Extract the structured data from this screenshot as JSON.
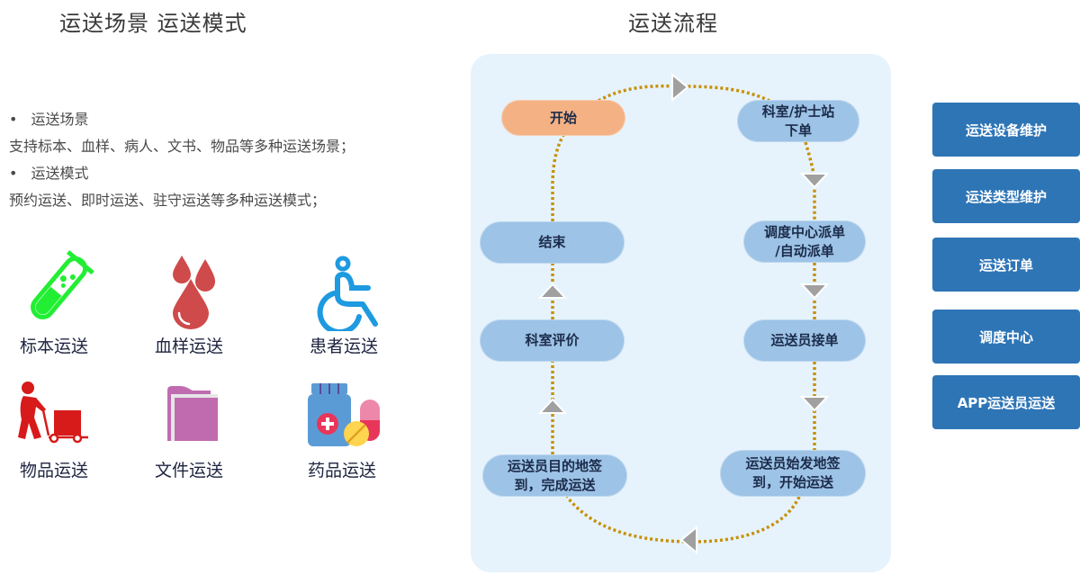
{
  "left": {
    "title": "运送场景  运送模式",
    "bullets": [
      {
        "bullet": "•",
        "label": "运送场景",
        "desc": "支持标本、血样、病人、文书、物品等多种运送场景；"
      },
      {
        "bullet": "•",
        "label": "运送模式",
        "desc": "预约运送、即时运送、驻守运送等多种运送模式；"
      }
    ],
    "icons": [
      {
        "name": "test-tube-icon",
        "label": "标本运送",
        "color": "#22ee33"
      },
      {
        "name": "blood-drop-icon",
        "label": "血样运送",
        "color": "#cf4a4a"
      },
      {
        "name": "wheelchair-icon",
        "label": "患者运送",
        "color": "#1e9ae0"
      },
      {
        "name": "cart-person-icon",
        "label": "物品运送",
        "color": "#d71a1a"
      },
      {
        "name": "folder-icon",
        "label": "文件运送",
        "color": "#c06bb0"
      },
      {
        "name": "medicine-icon",
        "label": "药品运送",
        "color": "#5b9bd5"
      }
    ]
  },
  "flow": {
    "title": "运送流程",
    "nodes": [
      {
        "id": "start",
        "label": "开始"
      },
      {
        "id": "order",
        "label": "科室/护士站\n下单"
      },
      {
        "id": "dispatch",
        "label": "调度中心派单\n/自动派单"
      },
      {
        "id": "accept",
        "label": "运送员接单"
      },
      {
        "id": "depart",
        "label": "运送员始发地签\n到，开始运送"
      },
      {
        "id": "arrive",
        "label": "运送员目的地签\n到，完成运送"
      },
      {
        "id": "evaluate",
        "label": "科室评价"
      },
      {
        "id": "end",
        "label": "结束"
      }
    ],
    "colors": {
      "panel": "#e6f3fc",
      "node": "#9dc3e6",
      "start_node": "#f4b183",
      "connector": "#c8900a",
      "arrow": "#a0a0a0"
    }
  },
  "side_buttons": [
    {
      "label": "运送设备维护"
    },
    {
      "label": "运送类型维护"
    },
    {
      "label": "运送订单"
    },
    {
      "label": "调度中心"
    },
    {
      "label": "APP运送员运送"
    }
  ],
  "colors": {
    "side_button": "#2e75b6"
  }
}
